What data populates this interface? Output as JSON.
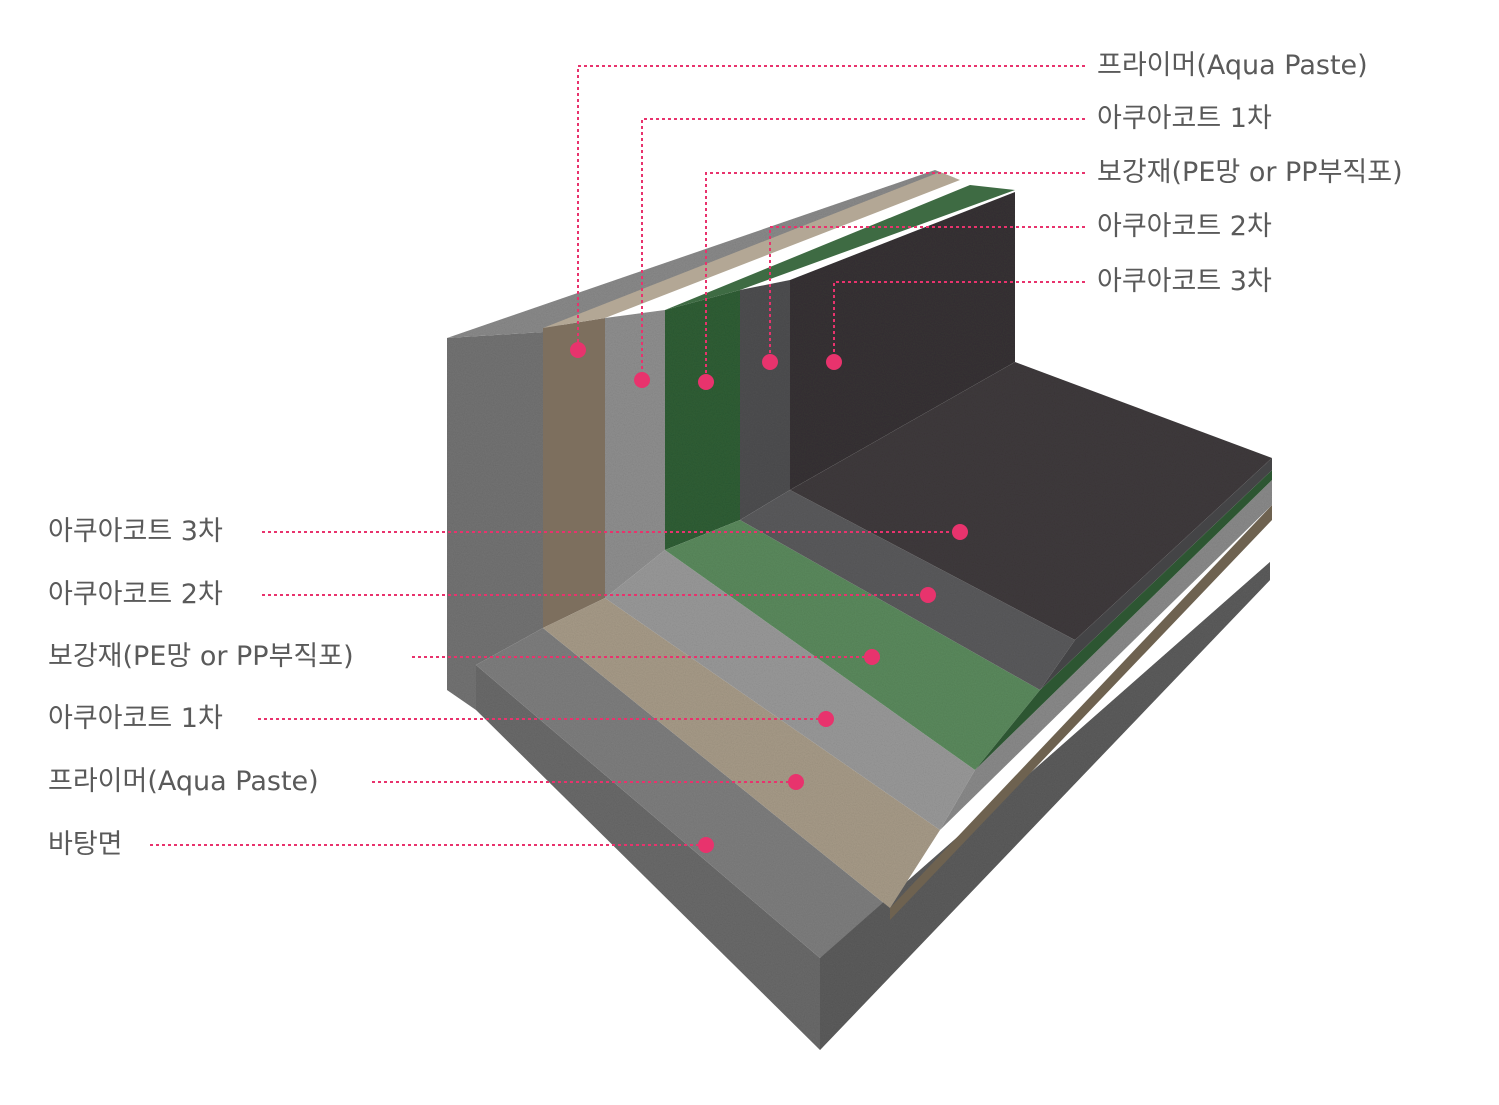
{
  "colors": {
    "accent": "#e8336d",
    "text": "#5a5a5a",
    "concrete": "#7b7b7b",
    "primer": "#a79b88",
    "coat_1": "#8f8f8f",
    "mesh": "#3e6b43",
    "coat_2": "#5a5a5c",
    "coat_3": "#3a3537"
  },
  "labels_top": [
    "프라이머(Aqua Paste)",
    "아쿠아코트 1차",
    "보강재(PE망 or PP부직포)",
    "아쿠아코트 2차",
    "아쿠아코트 3차"
  ],
  "labels_left": [
    "아쿠아코트 3차",
    "아쿠아코트 2차",
    "보강재(PE망 or PP부직포)",
    "아쿠아코트 1차",
    "프라이머(Aqua Paste)",
    "바탕면"
  ]
}
